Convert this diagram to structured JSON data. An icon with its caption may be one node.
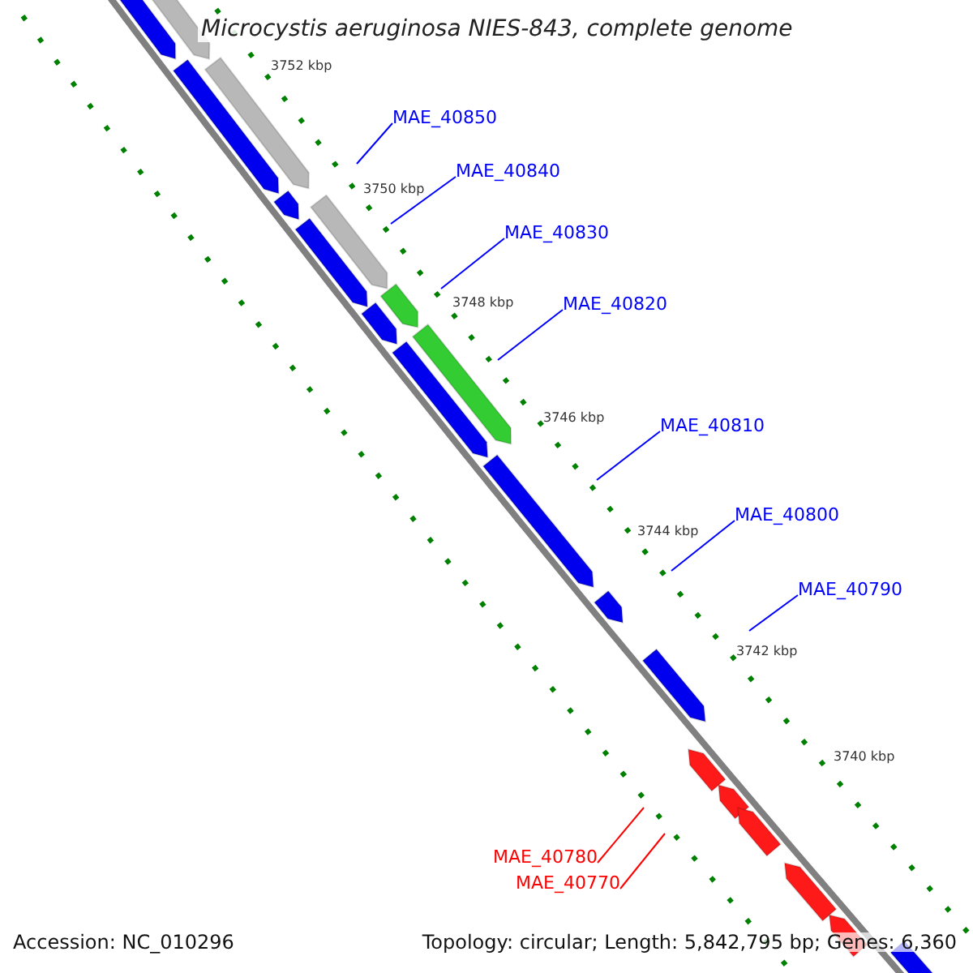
{
  "diagram": {
    "title": "Microcystis aeruginosa NIES-843, complete genome",
    "nodes": [
      {
        "text": [
          "MAE_40850"
        ]
      },
      {
        "text": [
          "MAE_40840"
        ]
      },
      {
        "text": [
          "MAE_40830"
        ]
      },
      {
        "text": [
          "MAE_40820"
        ]
      },
      {
        "text": [
          "MAE_40810"
        ]
      },
      {
        "text": [
          "MAE_40800"
        ]
      },
      {
        "text": [
          "MAE_40790"
        ]
      },
      {
        "text": [
          "MAE_40780"
        ]
      },
      {
        "text": [
          "MAE_40770"
        ]
      }
    ],
    "edges": [
      {
        "from": 0,
        "to": null,
        "arrow": "none"
      },
      {
        "from": 1,
        "to": null,
        "arrow": "none"
      },
      {
        "from": 2,
        "to": null,
        "arrow": "none"
      },
      {
        "from": 3,
        "to": null,
        "arrow": "none"
      },
      {
        "from": 4,
        "to": null,
        "arrow": "none"
      },
      {
        "from": 5,
        "to": null,
        "arrow": "none"
      },
      {
        "from": 6,
        "to": null,
        "arrow": "none"
      },
      {
        "from": 7,
        "to": null,
        "arrow": "none",
        "color": "#ff0000"
      },
      {
        "from": 8,
        "to": null,
        "arrow": "none",
        "color": "#ff0000"
      }
    ],
    "labels": [
      "3752 kbp",
      "3750 kbp",
      "3748 kbp",
      "3746 kbp",
      "3744 kbp",
      "3742 kbp",
      "3740 kbp",
      "Accession: NC_010296",
      "Topology: circular; Length: 5,842,795 bp; Genes: 6,360"
    ]
  }
}
